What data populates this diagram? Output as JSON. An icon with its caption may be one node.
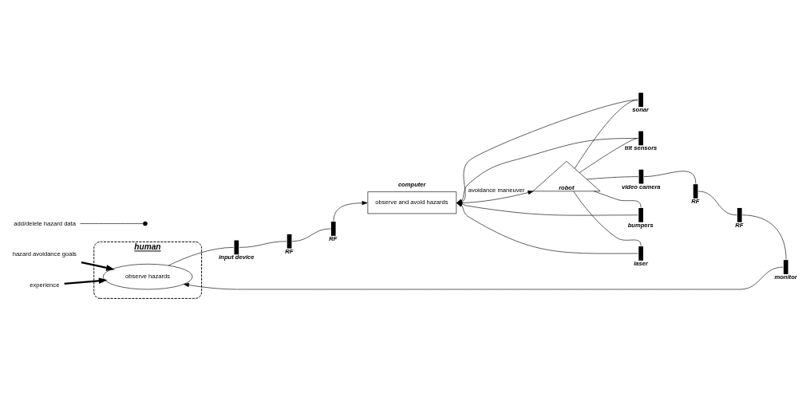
{
  "diagram": {
    "nodes": [
      {
        "text": [
          "human"
        ]
      },
      {
        "text": [
          "hazard avoidance goals"
        ]
      },
      {
        "text": [
          "experience"
        ]
      },
      {
        "text": [
          "observe hazards"
        ],
        "in": 0
      },
      {
        "text": [
          "add/delete hazard data"
        ]
      },
      {
        "text": [
          "computer",
          "observe and avoid hazards"
        ]
      },
      {
        "text": [
          "robot"
        ]
      },
      {
        "text": [],
        "shape": "bar",
        "beside": [
          "monitor"
        ]
      },
      {
        "text": [],
        "shape": "bar",
        "beside": [
          "input device"
        ]
      },
      {
        "text": [],
        "shape": "bar",
        "beside": [
          "RF"
        ]
      },
      {
        "text": [],
        "shape": "bar",
        "beside": [
          "RF"
        ]
      },
      {
        "text": [],
        "shape": "bar",
        "beside": [
          "bumpers"
        ]
      },
      {
        "text": [],
        "shape": "bar",
        "beside": [
          "tilt sensors"
        ]
      },
      {
        "text": [],
        "shape": "bar",
        "beside": [
          "sonar"
        ]
      },
      {
        "text": [],
        "shape": "bar",
        "beside": [
          "laser"
        ]
      },
      {
        "text": [],
        "shape": "bar",
        "beside": [
          "RF"
        ]
      },
      {
        "text": [],
        "shape": "bar",
        "beside": [
          "RF"
        ]
      },
      {
        "text": [],
        "shape": "bar",
        "beside": [
          "video camera"
        ]
      }
    ],
    "edges": [
      {
        "from": 1,
        "to": 3,
        "arrow": "to",
        "style": "thick"
      },
      {
        "from": 2,
        "to": 3,
        "arrow": "to",
        "style": "thick"
      },
      {
        "from": 3,
        "to": 8,
        "arrow": "none"
      },
      {
        "from": 8,
        "to": 9,
        "arrow": "none"
      },
      {
        "from": 9,
        "to": 10,
        "arrow": "none"
      },
      {
        "from": 10,
        "to": 5,
        "arrow": "to"
      },
      {
        "from": 4,
        "to": null,
        "arrow": "other"
      },
      {
        "from": 5,
        "to": 6,
        "arrow": "to",
        "label": "avoidance maneuver"
      },
      {
        "from": 6,
        "to": 11,
        "arrow": "none"
      },
      {
        "from": 11,
        "to": 5,
        "arrow": "to"
      },
      {
        "from": 6,
        "to": 12,
        "arrow": "none"
      },
      {
        "from": 12,
        "to": 5,
        "arrow": "to"
      },
      {
        "from": 6,
        "to": 13,
        "arrow": "none"
      },
      {
        "from": 13,
        "to": 5,
        "arrow": "to"
      },
      {
        "from": 6,
        "to": 14,
        "arrow": "none"
      },
      {
        "from": 14,
        "to": 5,
        "arrow": "to"
      },
      {
        "from": 6,
        "to": 17,
        "arrow": "none"
      },
      {
        "from": 17,
        "to": 16,
        "arrow": "none"
      },
      {
        "from": 16,
        "to": 15,
        "arrow": "none"
      },
      {
        "from": 15,
        "to": 7,
        "arrow": "none"
      },
      {
        "from": 7,
        "to": 3,
        "arrow": "to"
      }
    ]
  }
}
